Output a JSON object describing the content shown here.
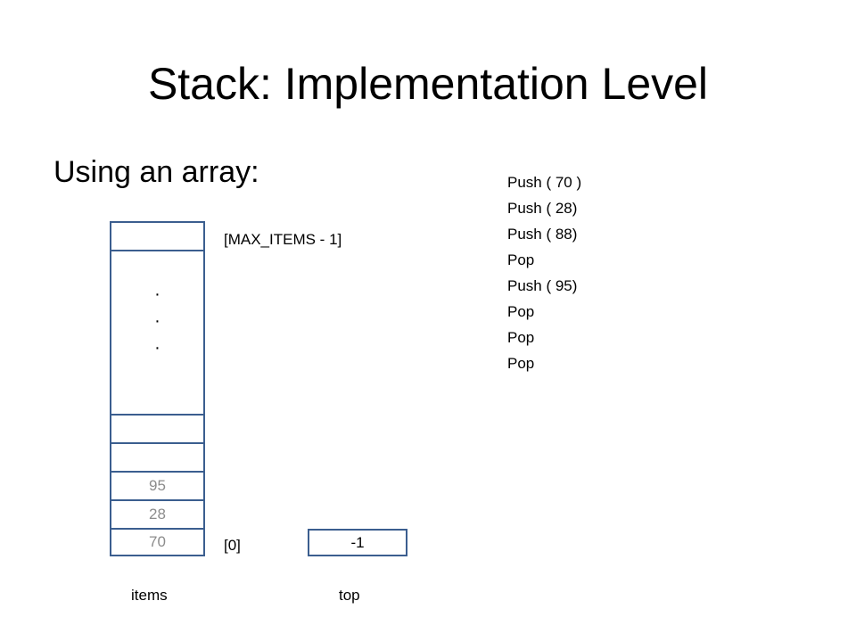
{
  "title": "Stack:  Implementation Level",
  "subtitle": "Using an array:",
  "operations": [
    "Push ( 70 )",
    "Push ( 28)",
    "Push ( 88)",
    "Pop",
    "Push ( 95)",
    "Pop",
    "Pop",
    "Pop"
  ],
  "array": {
    "dots": [
      "·",
      "·",
      "·"
    ],
    "cells": [
      "",
      "",
      "95",
      "28",
      "70"
    ],
    "index_top": "[MAX_ITEMS  - 1]",
    "index_bottom": "[0]",
    "label": "items"
  },
  "top": {
    "value": "-1",
    "label": "top"
  },
  "colors": {
    "cell_border": "#3b5e8f",
    "faded_text": "#8c8c8c"
  }
}
